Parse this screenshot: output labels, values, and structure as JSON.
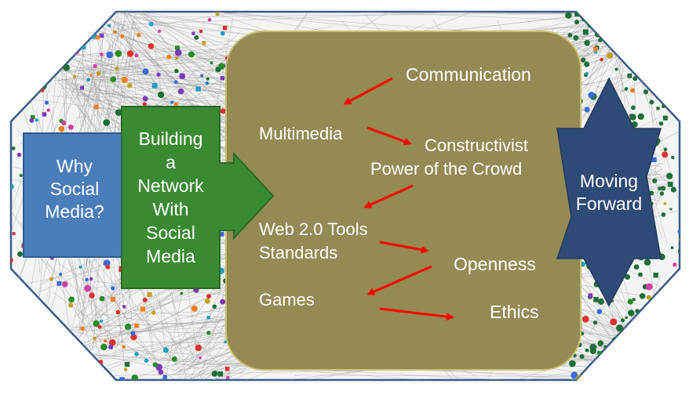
{
  "diagram": {
    "why": {
      "lines": [
        "Why",
        "Social",
        "Media?"
      ]
    },
    "building": {
      "lines": [
        "Building",
        "a",
        "Network",
        "With",
        "Social",
        "Media"
      ]
    },
    "topics": {
      "communication": "Communication",
      "multimedia": "Multimedia",
      "constructivist": "Constructivist",
      "power_crowd": "Power of the Crowd",
      "web20": "Web 2.0 Tools",
      "standards": "Standards",
      "openness": "Openness",
      "games": "Games",
      "ethics": "Ethics"
    },
    "moving": {
      "lines": [
        "Moving",
        "Forward"
      ]
    }
  },
  "colors": {
    "frame_border": "#3a5a8a",
    "why_box": "#4a7ebb",
    "building_box": "#3a8a32",
    "olive_panel": "#948a54",
    "olive_border": "#c8c070",
    "star": "#2e4a76",
    "arrow": "#ff0000",
    "network_lines": "#9a9a9a"
  },
  "icons": [
    "right-arrow-shape",
    "six-point-star-shape",
    "red-connector-arrow"
  ]
}
